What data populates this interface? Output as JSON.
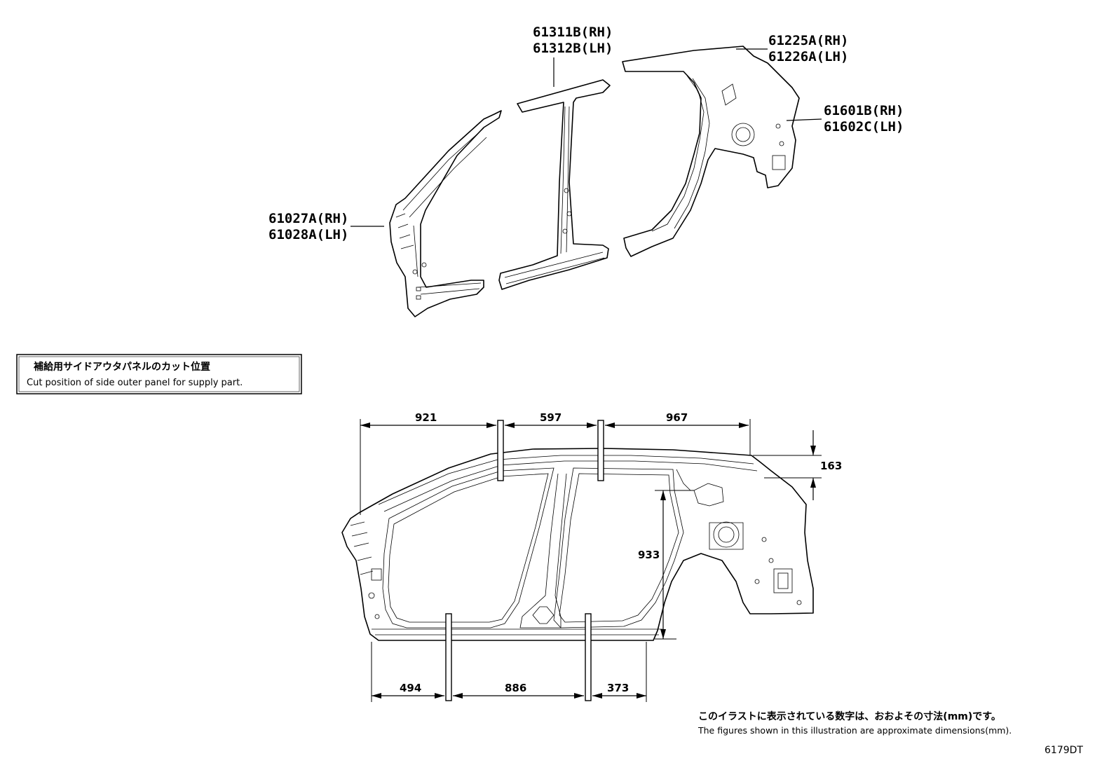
{
  "part_labels": {
    "p61311": [
      "61311B(RH)",
      "61312B(LH)"
    ],
    "p61225": [
      "61225A(RH)",
      "61226A(LH)"
    ],
    "p61601": [
      "61601B(RH)",
      "61602C(LH)"
    ],
    "p61027": [
      "61027A(RH)",
      "61028A(LH)"
    ]
  },
  "legend": {
    "jp": "補給用サイドアウタパネルのカット位置",
    "en": "Cut position of side outer panel for supply part."
  },
  "dimensions": {
    "top": [
      "921",
      "597",
      "967"
    ],
    "bottom": [
      "494",
      "886",
      "373"
    ],
    "roof_drop": "163",
    "height": "933"
  },
  "note": {
    "jp": "このイラストに表示されている数字は、おおよその寸法(mm)です。",
    "en": "The figures shown in this illustration are approximate dimensions(mm)."
  },
  "figure_code": "6179DT"
}
